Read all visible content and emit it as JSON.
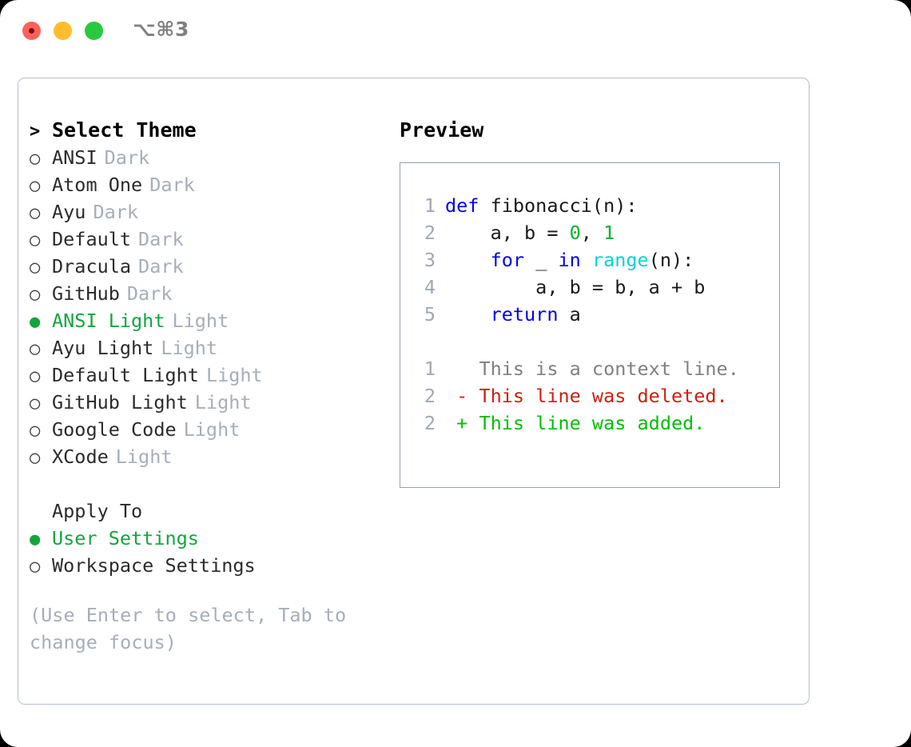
{
  "titlebar": {
    "shortcut": "⌥⌘3",
    "buttons": [
      {
        "name": "close",
        "color": "#ff6159"
      },
      {
        "name": "minimize",
        "color": "#ffbd2e"
      },
      {
        "name": "maximize",
        "color": "#28c93f"
      }
    ]
  },
  "colors": {
    "selected_green": "#13a53c",
    "muted_gray": "#a6aeb9",
    "keyword_blue": "#0000ee",
    "function_cyan": "#00d4d4",
    "number_green": "#00b32a",
    "diff_deleted_red": "#cc1f11",
    "diff_added_green": "#00c000",
    "border": "#b6bfcc"
  },
  "theme_list": {
    "header": "Select Theme",
    "header_marker": ">",
    "marker_unselected": "○",
    "marker_selected": "●",
    "items": [
      {
        "name": "ANSI",
        "variant": "Dark",
        "selected": false
      },
      {
        "name": "Atom One",
        "variant": "Dark",
        "selected": false
      },
      {
        "name": "Ayu",
        "variant": "Dark",
        "selected": false
      },
      {
        "name": "Default",
        "variant": "Dark",
        "selected": false
      },
      {
        "name": "Dracula",
        "variant": "Dark",
        "selected": false
      },
      {
        "name": "GitHub",
        "variant": "Dark",
        "selected": false
      },
      {
        "name": "ANSI Light",
        "variant": "Light",
        "selected": true
      },
      {
        "name": "Ayu Light",
        "variant": "Light",
        "selected": false
      },
      {
        "name": "Default Light",
        "variant": "Light",
        "selected": false
      },
      {
        "name": "GitHub Light",
        "variant": "Light",
        "selected": false
      },
      {
        "name": "Google Code",
        "variant": "Light",
        "selected": false
      },
      {
        "name": "XCode",
        "variant": "Light",
        "selected": false
      }
    ]
  },
  "apply_to": {
    "header": "Apply To",
    "options": [
      {
        "label": "User Settings",
        "selected": true
      },
      {
        "label": "Workspace Settings",
        "selected": false
      }
    ]
  },
  "hint": "(Use Enter to select, Tab to change focus)",
  "preview": {
    "title": "Preview",
    "code_lines": [
      {
        "no": "1",
        "tokens": [
          {
            "t": "def ",
            "c": "kw"
          },
          {
            "t": "fibonacci(n):",
            "c": "txt"
          }
        ]
      },
      {
        "no": "2",
        "tokens": [
          {
            "t": "    a, b = ",
            "c": "txt"
          },
          {
            "t": "0",
            "c": "num"
          },
          {
            "t": ", ",
            "c": "txt"
          },
          {
            "t": "1",
            "c": "num"
          }
        ]
      },
      {
        "no": "3",
        "tokens": [
          {
            "t": "    ",
            "c": "txt"
          },
          {
            "t": "for",
            "c": "kw"
          },
          {
            "t": " _ ",
            "c": "txt"
          },
          {
            "t": "in",
            "c": "kw"
          },
          {
            "t": " ",
            "c": "txt"
          },
          {
            "t": "range",
            "c": "fn"
          },
          {
            "t": "(n):",
            "c": "txt"
          }
        ]
      },
      {
        "no": "4",
        "tokens": [
          {
            "t": "        a, b = b, a + b",
            "c": "txt"
          }
        ]
      },
      {
        "no": "5",
        "tokens": [
          {
            "t": "    ",
            "c": "txt"
          },
          {
            "t": "return",
            "c": "kw"
          },
          {
            "t": " a",
            "c": "txt"
          }
        ]
      }
    ],
    "diff_lines": [
      {
        "no": "1",
        "sign": " ",
        "text": "This is a context line.",
        "cls": "ctx"
      },
      {
        "no": "2",
        "sign": "-",
        "text": "This line was deleted.",
        "cls": "del"
      },
      {
        "no": "2",
        "sign": "+",
        "text": "This line was added.",
        "cls": "add"
      }
    ]
  }
}
